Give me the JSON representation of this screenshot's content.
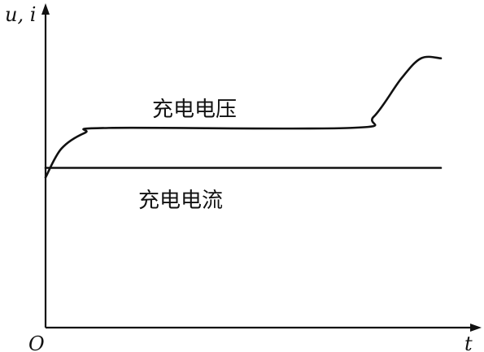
{
  "chart_data": {
    "type": "line",
    "title": "",
    "xlabel": "t",
    "ylabel": "u, i",
    "origin_label": "O",
    "xlim": [
      0,
      1
    ],
    "ylim": [
      0,
      1
    ],
    "grid": false,
    "legend": "none",
    "colors": {
      "line": "#111111",
      "background": "#ffffff"
    },
    "series": [
      {
        "name": "充电电压",
        "points": [
          [
            0.0,
            0.47
          ],
          [
            0.04,
            0.56
          ],
          [
            0.1,
            0.61
          ],
          [
            0.16,
            0.625
          ],
          [
            0.77,
            0.625
          ],
          [
            0.83,
            0.66
          ],
          [
            0.9,
            0.78
          ],
          [
            0.95,
            0.843
          ],
          [
            1.0,
            0.843
          ]
        ]
      },
      {
        "name": "充电电流",
        "points": [
          [
            0.0,
            0.5
          ],
          [
            1.0,
            0.5
          ]
        ]
      }
    ]
  }
}
